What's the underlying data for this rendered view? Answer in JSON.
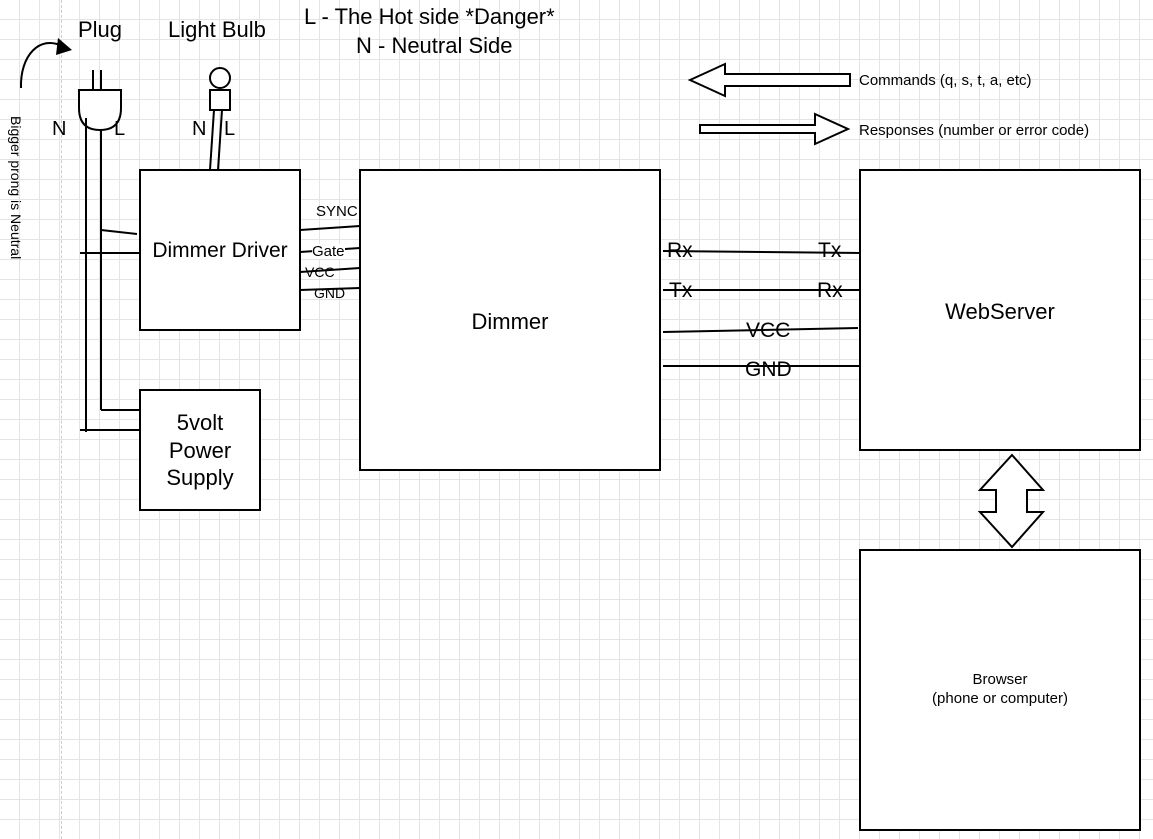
{
  "titles": {
    "plug": "Plug",
    "bulb": "Light Bulb",
    "hot_side": "L - The Hot side *Danger*",
    "neutral_side": "N - Neutral Side"
  },
  "plug_pins": {
    "n": "N",
    "l": "L"
  },
  "bulb_pins": {
    "n": "N",
    "l": "L"
  },
  "side_note": "Bigger prong is Neutral",
  "legend": {
    "commands": "Commands (q, s, t, a, etc)",
    "responses": "Responses (number or error code)"
  },
  "boxes": {
    "dimmer_driver": "Dimmer Driver",
    "power_supply": [
      "5volt",
      "Power",
      "Supply"
    ],
    "dimmer": "Dimmer",
    "webserver": "WebServer",
    "browser": [
      "Browser",
      "(phone or computer)"
    ]
  },
  "driver_signals": {
    "sync": "SYNC",
    "gate": "Gate",
    "vcc": "VCC",
    "gnd": "GND"
  },
  "dimmer_signals": {
    "rx": "Rx",
    "tx": "Tx"
  },
  "webserver_signals": {
    "tx": "Tx",
    "rx": "Rx"
  },
  "power_signals": {
    "vcc": "VCC",
    "gnd": "GND"
  }
}
